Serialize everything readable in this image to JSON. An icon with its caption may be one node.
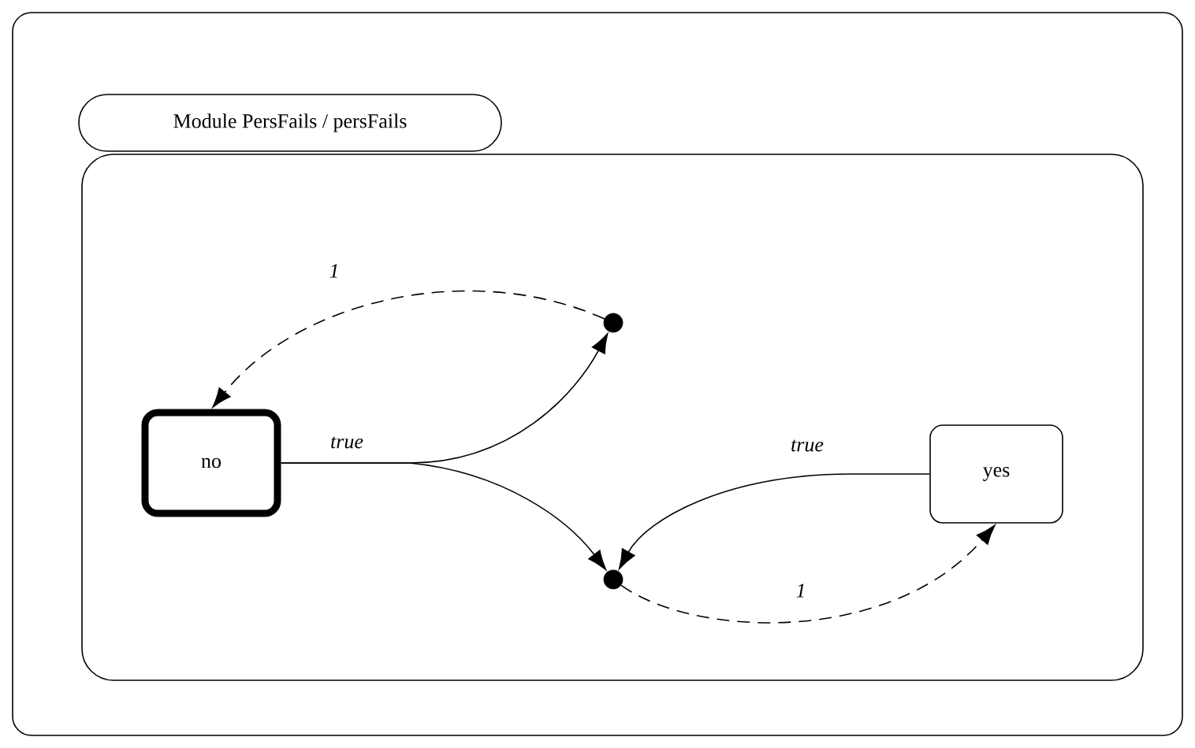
{
  "diagram": {
    "nodes": [
      {
        "text": [],
        "shape": "box"
      },
      {
        "text": [
          "Module PersFails / persFails"
        ],
        "in": 0
      },
      {
        "text": [],
        "shape": "box",
        "in": 0
      },
      {
        "text": [
          "no"
        ],
        "in": 2
      },
      {
        "text": [
          "yes"
        ],
        "in": 2
      },
      {
        "text": [],
        "shape": "circle",
        "in": 2
      },
      {
        "text": [],
        "shape": "circle",
        "in": 2
      }
    ],
    "edges": [
      {
        "from": 3,
        "to": 5,
        "arrow": "to",
        "label": "true"
      },
      {
        "from": 5,
        "to": 3,
        "arrow": "to",
        "label": "1",
        "style": "dashed"
      },
      {
        "from": 3,
        "to": 6,
        "arrow": "to"
      },
      {
        "from": 4,
        "to": 6,
        "arrow": "to",
        "label": "true"
      },
      {
        "from": 6,
        "to": 4,
        "arrow": "to",
        "label": "1",
        "style": "dashed"
      }
    ]
  }
}
